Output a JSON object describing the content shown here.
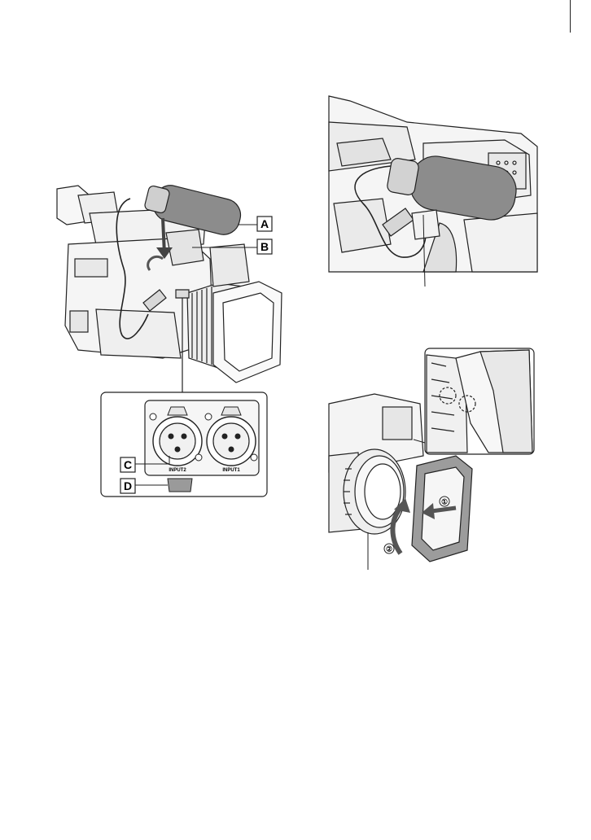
{
  "callouts": {
    "a": "A",
    "b": "B",
    "c": "C",
    "d": "D"
  },
  "connectors": {
    "input2": "INPUT2",
    "input1": "INPUT1"
  },
  "steps": {
    "one": "①",
    "two": "②"
  },
  "colors": {
    "line": "#222222",
    "microphone": "#8c8c8c",
    "body_fill": "#f4f4f4"
  }
}
